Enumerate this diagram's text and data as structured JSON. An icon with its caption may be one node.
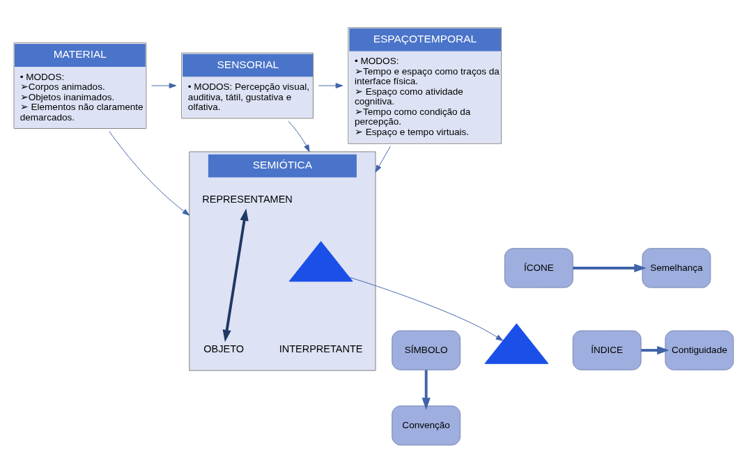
{
  "diagram": {
    "nodes": [
      {
        "text": [
          "MATERIAL",
          "• MODOS:",
          "➢Corpos animados.",
          "➢Objetos inanimados.",
          "➢ Elementos não claramente demarcados."
        ]
      },
      {
        "text": [
          "SENSORIAL",
          "• MODOS: Percepção visual, auditiva, tátil, gustativa e olfativa."
        ]
      },
      {
        "text": [
          "ESPAÇOTEMPORAL",
          "• MODOS:",
          "➢Tempo e espaço como traços da interface física.",
          "➢ Espaço como atividade cognitiva.",
          "➢Tempo como condição da percepção.",
          "➢ Espaço e tempo virtuais."
        ]
      },
      {
        "text": [
          "SEMIÓTICA"
        ]
      },
      {
        "text": [],
        "shape": "triangle",
        "in": 3
      },
      {
        "text": [
          "REPRESENTAMEN"
        ],
        "in": 3
      },
      {
        "text": [
          "INTERPRETANTE"
        ],
        "in": 3
      },
      {
        "text": [
          "OBJETO"
        ],
        "in": 3
      },
      {
        "text": [
          "ÍCONE"
        ]
      },
      {
        "text": [
          "Semelhança"
        ]
      },
      {
        "text": [],
        "shape": "triangle"
      },
      {
        "text": [
          "SÍMBOLO"
        ]
      },
      {
        "text": [
          "ÍNDICE"
        ]
      },
      {
        "text": [
          "Contiguidade"
        ]
      },
      {
        "text": [
          "Convenção"
        ]
      }
    ],
    "edges": [
      {
        "from": 0,
        "to": 1,
        "arrow": "to"
      },
      {
        "from": 1,
        "to": 2,
        "arrow": "to"
      },
      {
        "from": 0,
        "to": 3,
        "arrow": "to"
      },
      {
        "from": 1,
        "to": 3,
        "arrow": "to"
      },
      {
        "from": 2,
        "to": 3,
        "arrow": "to"
      },
      {
        "from": 5,
        "to": 7,
        "arrow": "both",
        "style": "thick",
        "color": "#1f3864"
      },
      {
        "from": 4,
        "to": 10,
        "arrow": "to"
      },
      {
        "from": 8,
        "to": 9,
        "arrow": "to",
        "style": "thick"
      },
      {
        "from": 12,
        "to": 13,
        "arrow": "to",
        "style": "thick"
      },
      {
        "from": 11,
        "to": 14,
        "arrow": "to",
        "style": "thick"
      }
    ]
  }
}
